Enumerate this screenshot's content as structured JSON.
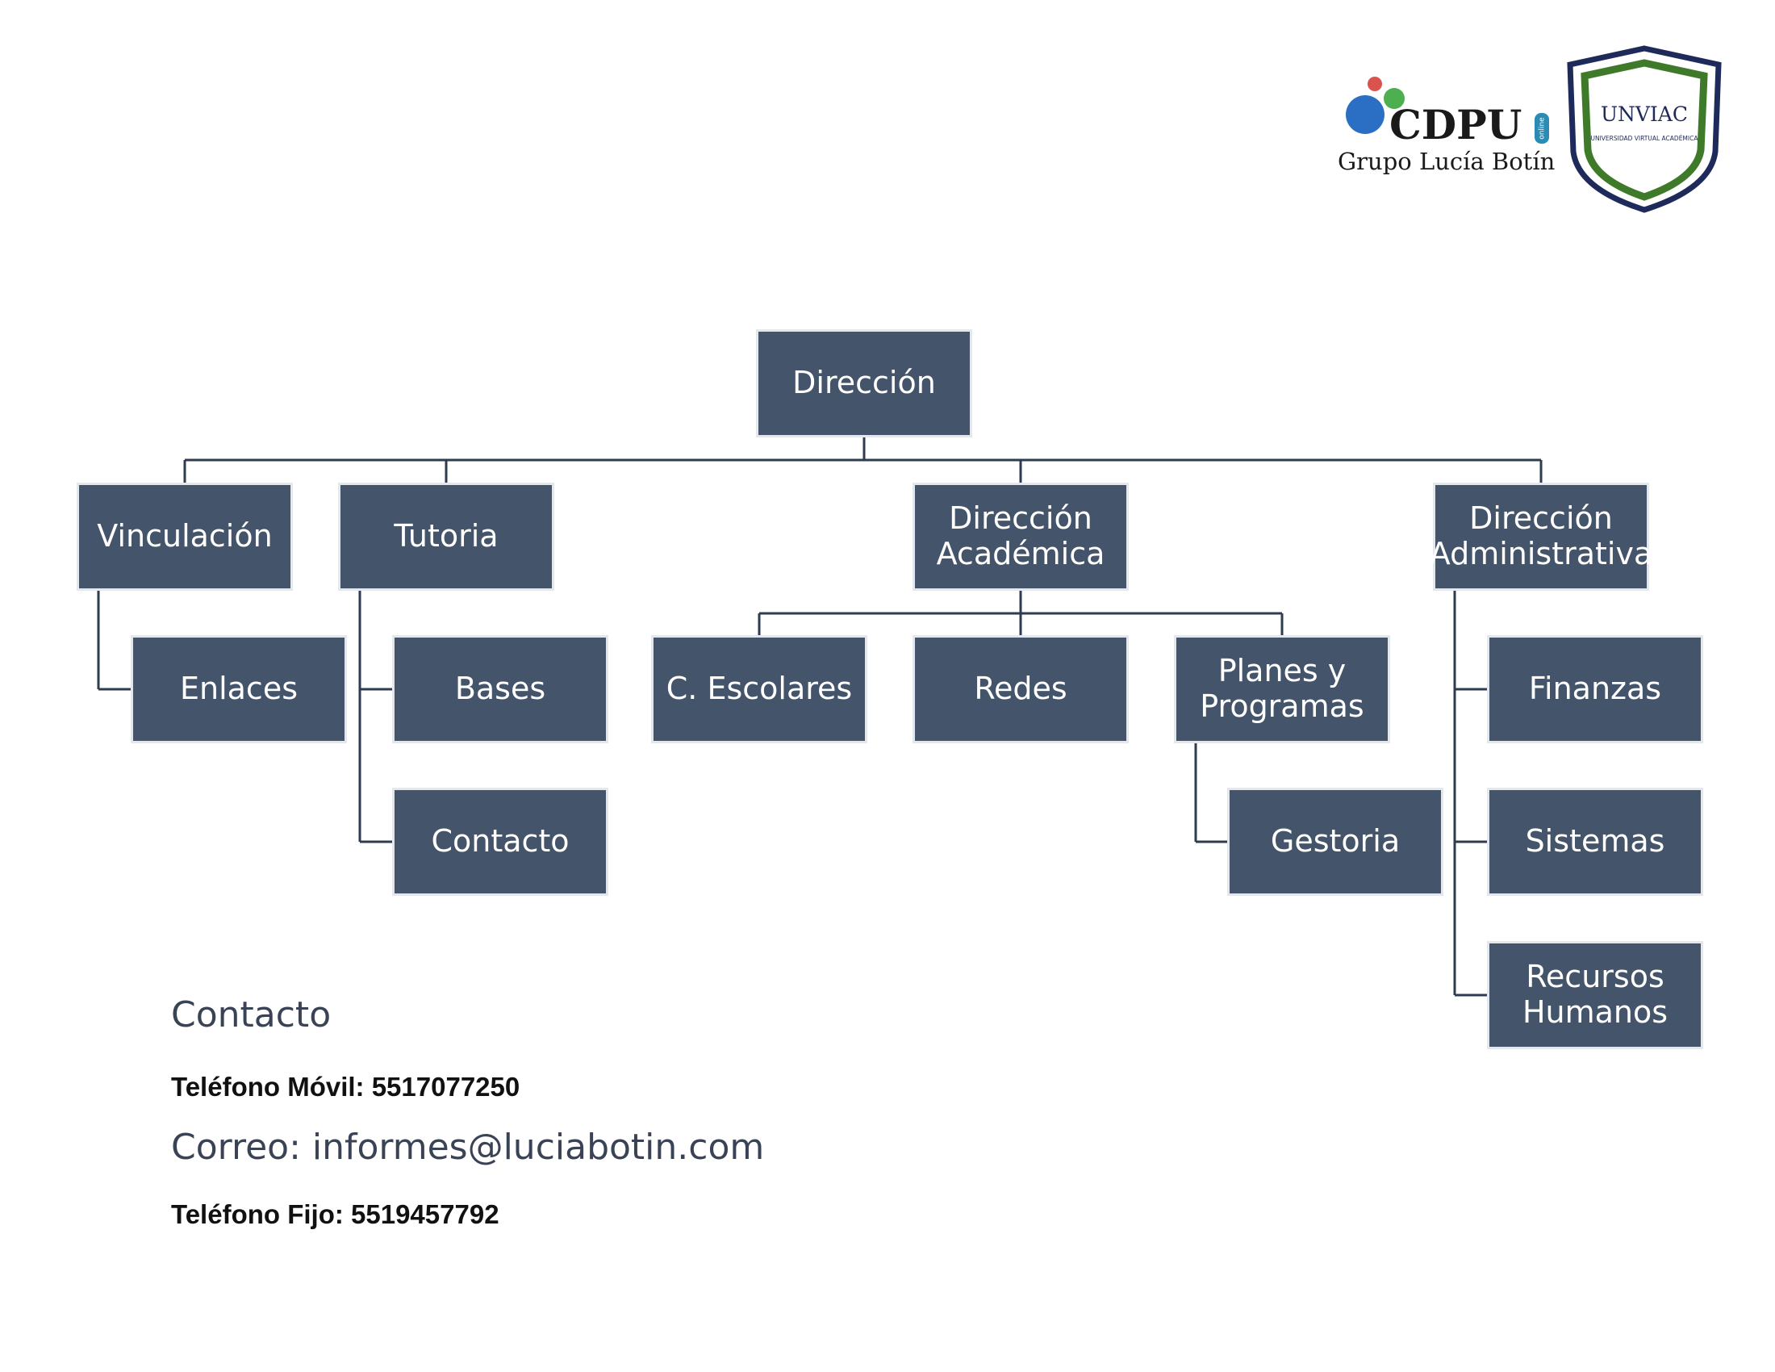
{
  "org_chart": {
    "nodes": {
      "root": "Dirección",
      "vinculacion": "Vinculación",
      "tutoria": "Tutoria",
      "academica": "Dirección\nAcadémica",
      "administrativa": "Dirección\nAdministrativa",
      "enlaces": "Enlaces",
      "bases": "Bases",
      "contacto": "Contacto",
      "escolares": "C. Escolares",
      "redes": "Redes",
      "planes": "Planes y\nProgramas",
      "gestoria": "Gestoria",
      "finanzas": "Finanzas",
      "sistemas": "Sistemas",
      "rrhh": "Recursos\nHumanos"
    },
    "edges": [
      [
        "root",
        "vinculacion"
      ],
      [
        "root",
        "tutoria"
      ],
      [
        "root",
        "academica"
      ],
      [
        "root",
        "administrativa"
      ],
      [
        "vinculacion",
        "enlaces"
      ],
      [
        "tutoria",
        "bases"
      ],
      [
        "tutoria",
        "contacto"
      ],
      [
        "academica",
        "escolares"
      ],
      [
        "academica",
        "redes"
      ],
      [
        "academica",
        "planes"
      ],
      [
        "planes",
        "gestoria"
      ],
      [
        "administrativa",
        "finanzas"
      ],
      [
        "administrativa",
        "sistemas"
      ],
      [
        "administrativa",
        "rrhh"
      ]
    ]
  },
  "contact": {
    "title": "Contacto",
    "mobile": "Teléfono Móvil: 5517077250",
    "email": "Correo: informes@luciabotin.com",
    "landline": "Teléfono Fijo: 5519457792"
  },
  "logos": {
    "cdpu_name": "CDPU",
    "cdpu_badge": "online",
    "cdpu_group": "Grupo Lucía Botín",
    "unviac_name": "UNVIAC",
    "unviac_sub": "UNIVERSIDAD VIRTUAL ACADÉMICA"
  },
  "colors": {
    "node_fill": "#44546a",
    "node_border": "#e4e7ec",
    "connector": "#2f3b4f",
    "shield_green": "#3f7a2a",
    "shield_navy": "#1e2a5a"
  }
}
